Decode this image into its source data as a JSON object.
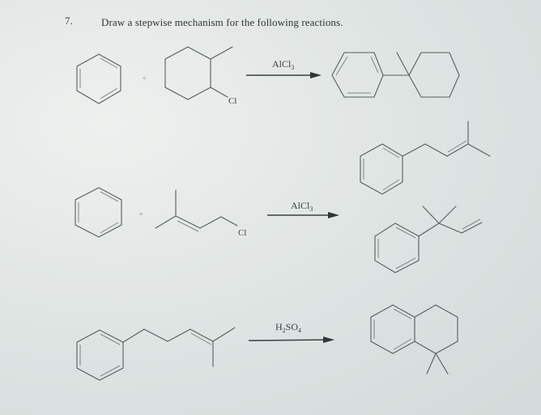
{
  "question": {
    "number": "7.",
    "prompt": "Draw a stepwise mechanism for the following reactions."
  },
  "reactions": [
    {
      "id": 1,
      "reactants": [
        "benzene",
        "1-chloro-2-methylcyclohexane"
      ],
      "plus": "+",
      "reagent": {
        "main": "AlCl",
        "sub": "3"
      },
      "leaving_group": "Cl",
      "products": [
        "(1-methylcyclohexyl)benzene"
      ]
    },
    {
      "id": 2,
      "reactants": [
        "benzene",
        "1-chloro-3-methyl-2-butene"
      ],
      "plus": "+",
      "reagent": {
        "main": "AlCl",
        "sub": "3"
      },
      "leaving_group": "Cl",
      "products": [
        "(3-methylbut-2-enyl)benzene",
        "(2-methylbut-3-en-2-yl)benzene"
      ]
    },
    {
      "id": 3,
      "reactants": [
        "(4-methylpent-3-enyl)benzene"
      ],
      "reagent": {
        "h": "H",
        "h_sub": "2",
        "so": "SO",
        "o_sub": "4"
      },
      "products": [
        "1,1-dimethyltetralin"
      ]
    }
  ],
  "colors": {
    "ink": "#3a4142",
    "bond": "#555e5f",
    "paper": "#e3e8e6"
  }
}
